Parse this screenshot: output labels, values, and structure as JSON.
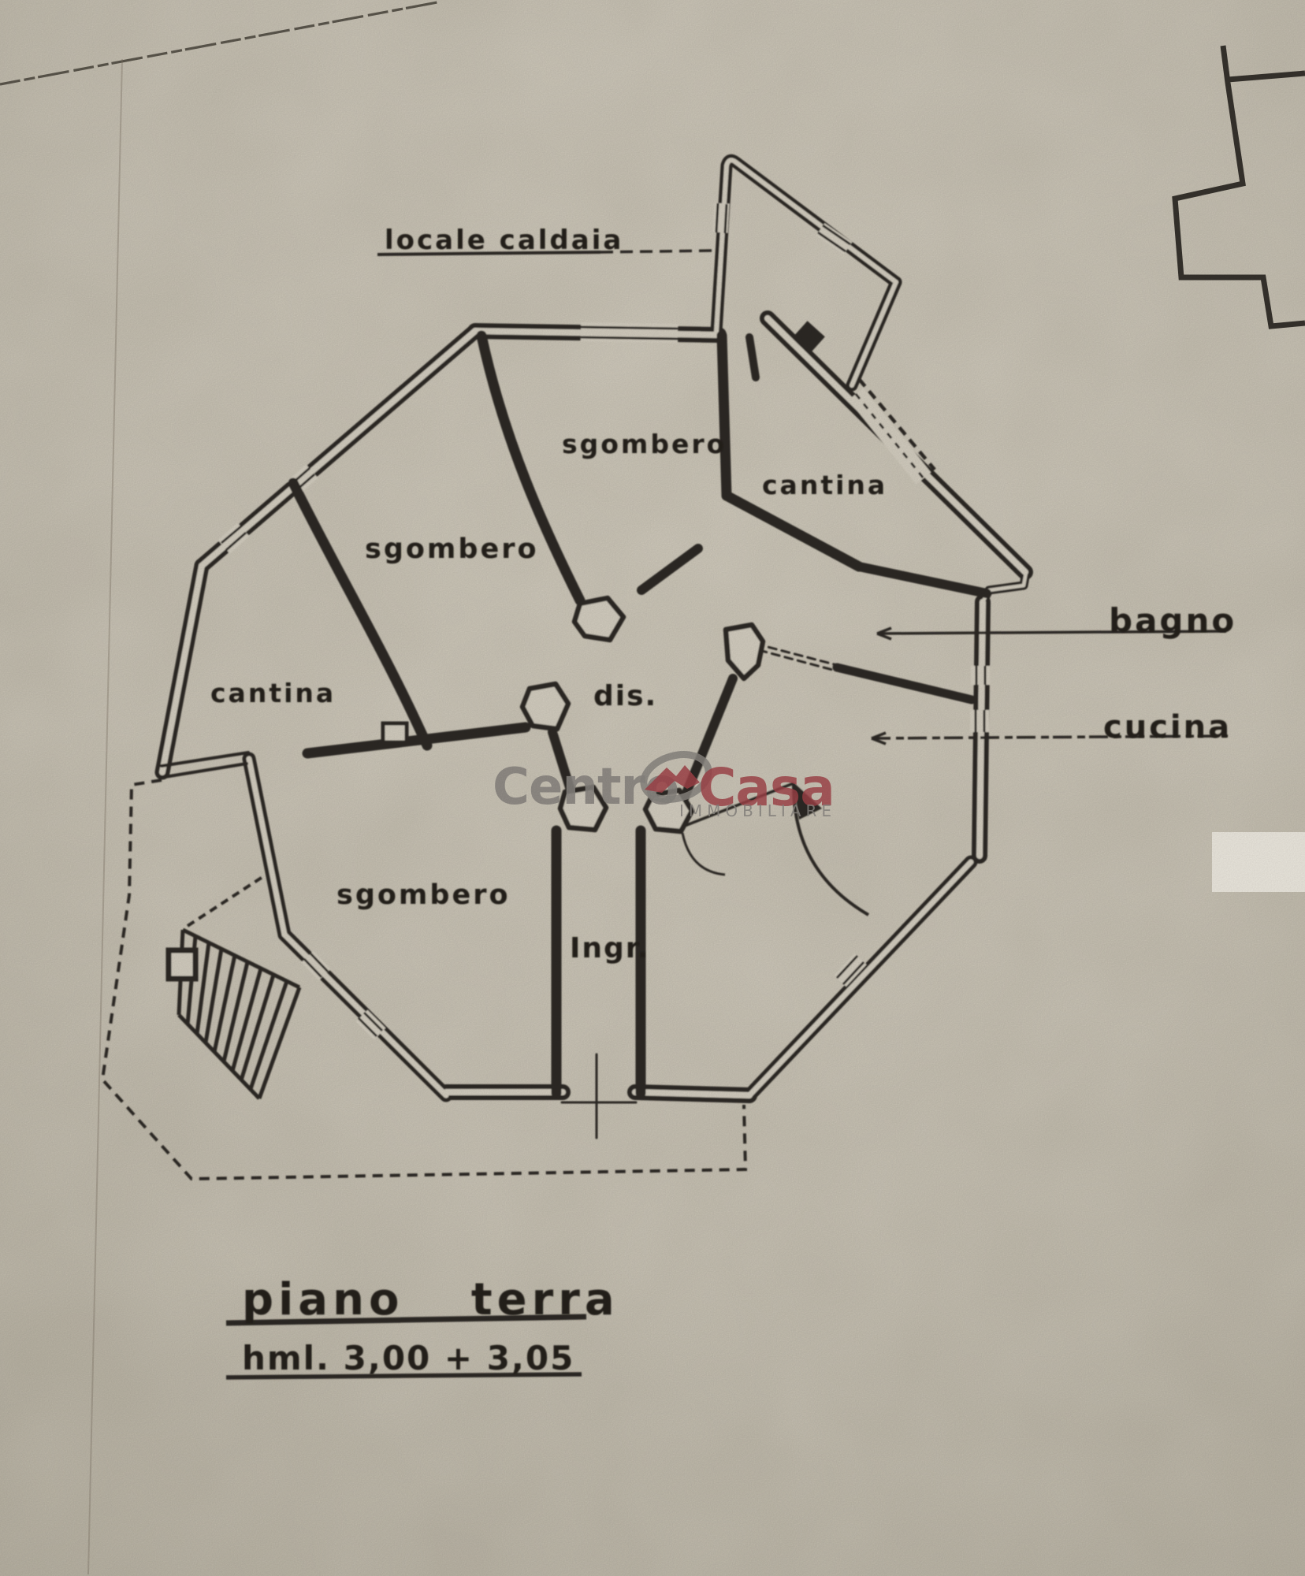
{
  "document": {
    "kind": "scanned floor plan"
  },
  "labels": {
    "locale_caldaia": "locale caldaia",
    "sgombero_top": "sgombero",
    "sgombero_left": "sgombero",
    "sgombero_bottom": "sgombero",
    "cantina_right": "cantina",
    "cantina_left": "cantina",
    "bagno": "bagno",
    "cucina": "cucina",
    "dis": "dis.",
    "ingr": "Ingr."
  },
  "footer": {
    "title": "piano terra",
    "heights": "hml. 3,00 + 3,05"
  },
  "watermark": {
    "part1": "Centro",
    "part2": "Casa",
    "subtitle": "IMMOBILIARE",
    "red": "#a6444a",
    "gray": "#8d8984"
  },
  "colors": {
    "paper": "#d9d3c5",
    "ink": "#2e2a25"
  }
}
